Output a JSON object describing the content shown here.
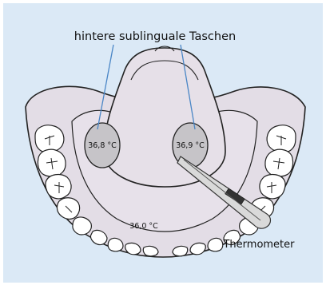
{
  "title": "hintere sublinguale Taschen",
  "temperatures": {
    "left": "36,8 °C",
    "right": "36,9 °C",
    "center": "36,0 °C"
  },
  "thermometer_label": "Thermometer",
  "colors": {
    "background": "#dbe9f6",
    "tissue": "#e3dde6",
    "outline": "#222222",
    "pocket": "#c6c4c8",
    "leader_line": "#4a86c6",
    "thermometer": "#d9d9d9"
  }
}
